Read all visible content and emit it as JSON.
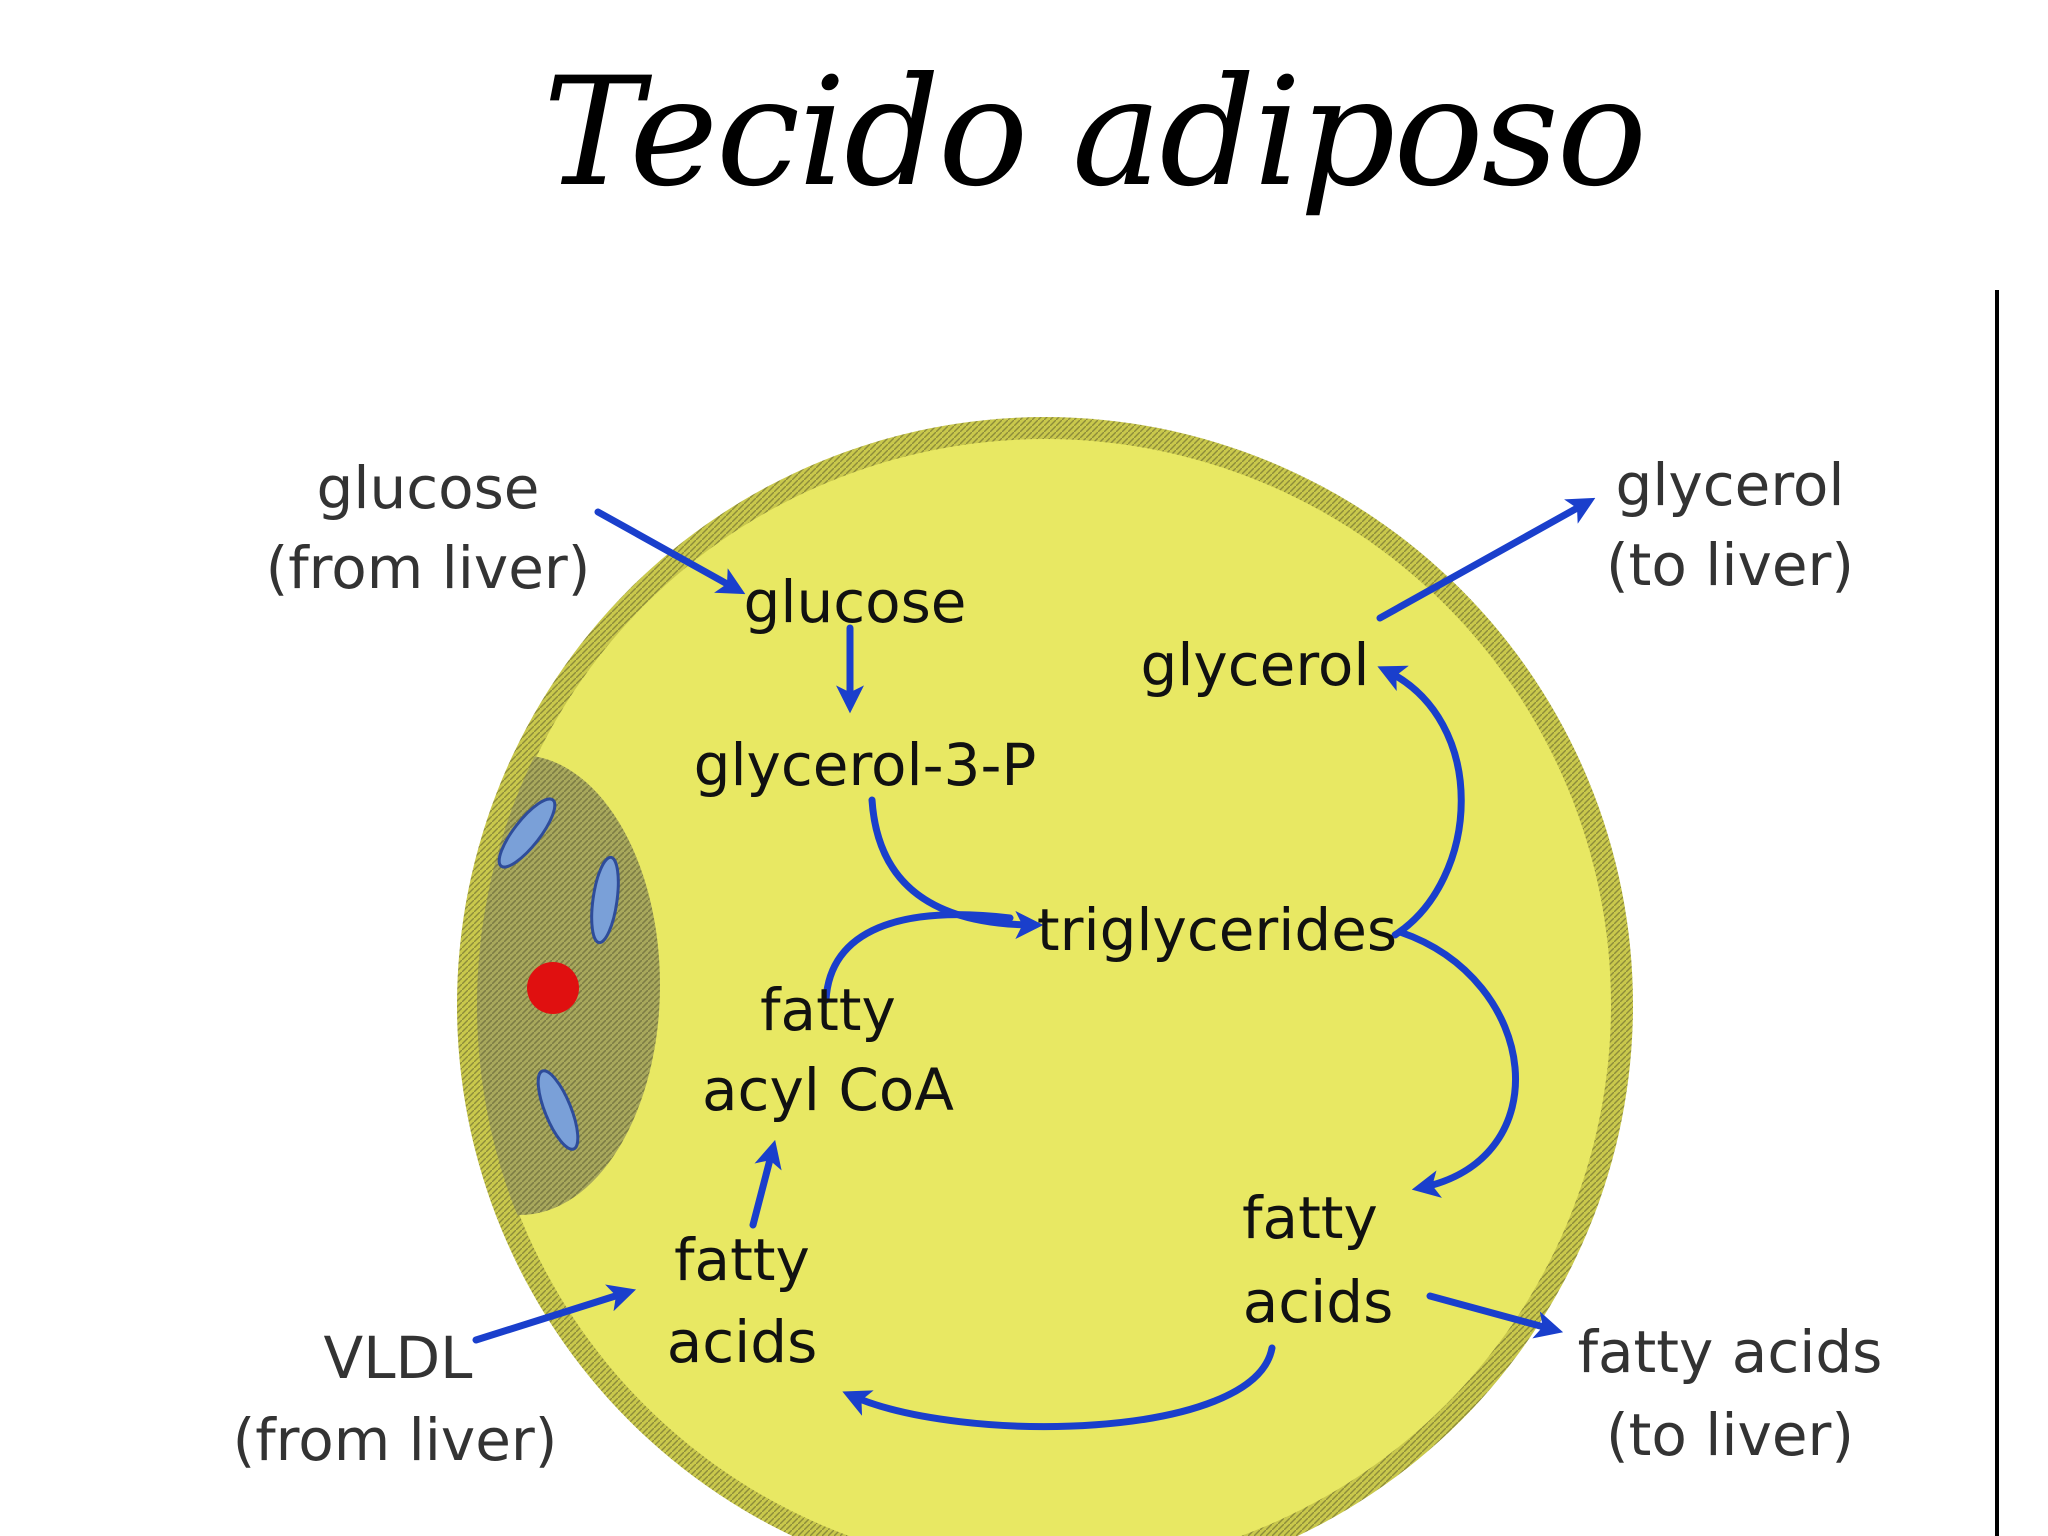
{
  "title": "Tecido adiposo",
  "colors": {
    "cell_fill": "#e8e863",
    "cell_border": "#c7c64a",
    "nucleus_region": "#9e9e55",
    "organelle": "#7aa0d8",
    "nucleus_dot": "#e01010",
    "arrow": "#1a3fcc"
  },
  "labels": {
    "glucose_outside": "glucose",
    "from_liver_1": "(from liver)",
    "glucose_inside": "glucose",
    "glycerol_3p": "glycerol-3-P",
    "glycerol_inside": "glycerol",
    "glycerol_outside": "glycerol",
    "to_liver_1": "(to liver)",
    "triglycerides": "triglycerides",
    "fatty_acyl_coa_line1": "fatty",
    "fatty_acyl_coa_line2": "acyl CoA",
    "fatty_acids_left_line1": "fatty",
    "fatty_acids_left_line2": "acids",
    "fatty_acids_right_line1": "fatty",
    "fatty_acids_right_line2": "acids",
    "vldl": "VLDL",
    "from_liver_2": "(from liver)",
    "fatty_acids_out": "fatty acids",
    "to_liver_2": "(to liver)"
  }
}
